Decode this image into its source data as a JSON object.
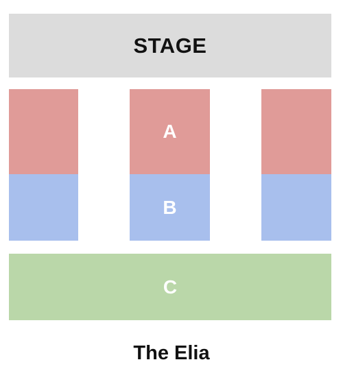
{
  "stage": {
    "label": "STAGE",
    "color": "#dcdcdc"
  },
  "sections": {
    "A": {
      "label": "A",
      "color": "#e09b98"
    },
    "B": {
      "label": "B",
      "color": "#a8bfed"
    },
    "C": {
      "label": "C",
      "color": "#bad7a9"
    }
  },
  "venue": {
    "name": "The Elia"
  }
}
